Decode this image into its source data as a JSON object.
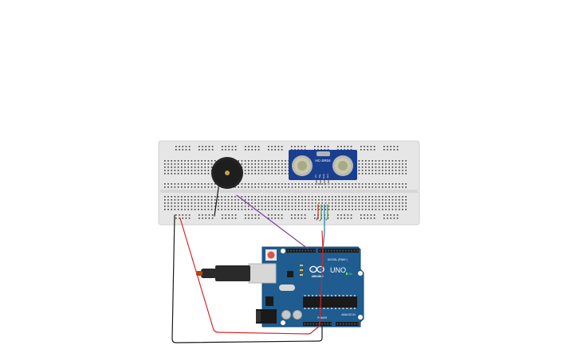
{
  "canvas": {
    "background": "#ffffff"
  },
  "components": {
    "breadboard": {
      "color": "#e6e6e6",
      "hole_color": "#3a3a3a"
    },
    "buzzer": {
      "body_color": "#1e1e1e",
      "center_color": "#c8a14a"
    },
    "ultrasonic_sensor": {
      "model_label": "HC-SR04",
      "board_color": "#1b3f8f",
      "transducer_color": "#c9c9a8",
      "pin_labels": [
        "Vcc",
        "Trig",
        "Echo",
        "Gnd"
      ]
    },
    "arduino": {
      "board_color": "#1f5c8f",
      "brand_label": "ARDUINO",
      "model_label": "UNO",
      "digital_header_label": "DIGITAL (PWM~)",
      "power_header_label": "POWER",
      "analog_header_label": "ANALOG IN",
      "on_label": "ON",
      "reset_button_color": "#d9534f",
      "usb_connector_color": "#d7d7d7",
      "usb_cable_color": "#2a2a2a"
    }
  },
  "wires": [
    {
      "name": "buzzer-ground-wire",
      "color": "#1a1a1a"
    },
    {
      "name": "buzzer-signal-wire",
      "color": "#7d3c98"
    },
    {
      "name": "sensor-vcc-wire",
      "color": "#d62728"
    },
    {
      "name": "sensor-trig-wire",
      "color": "#2ca02c"
    },
    {
      "name": "sensor-echo-wire",
      "color": "#1f77b4"
    },
    {
      "name": "sensor-gnd-wire",
      "color": "#2ca02c"
    },
    {
      "name": "power-5v-wire",
      "color": "#d62728"
    },
    {
      "name": "ground-wire",
      "color": "#1a1a1a"
    }
  ]
}
